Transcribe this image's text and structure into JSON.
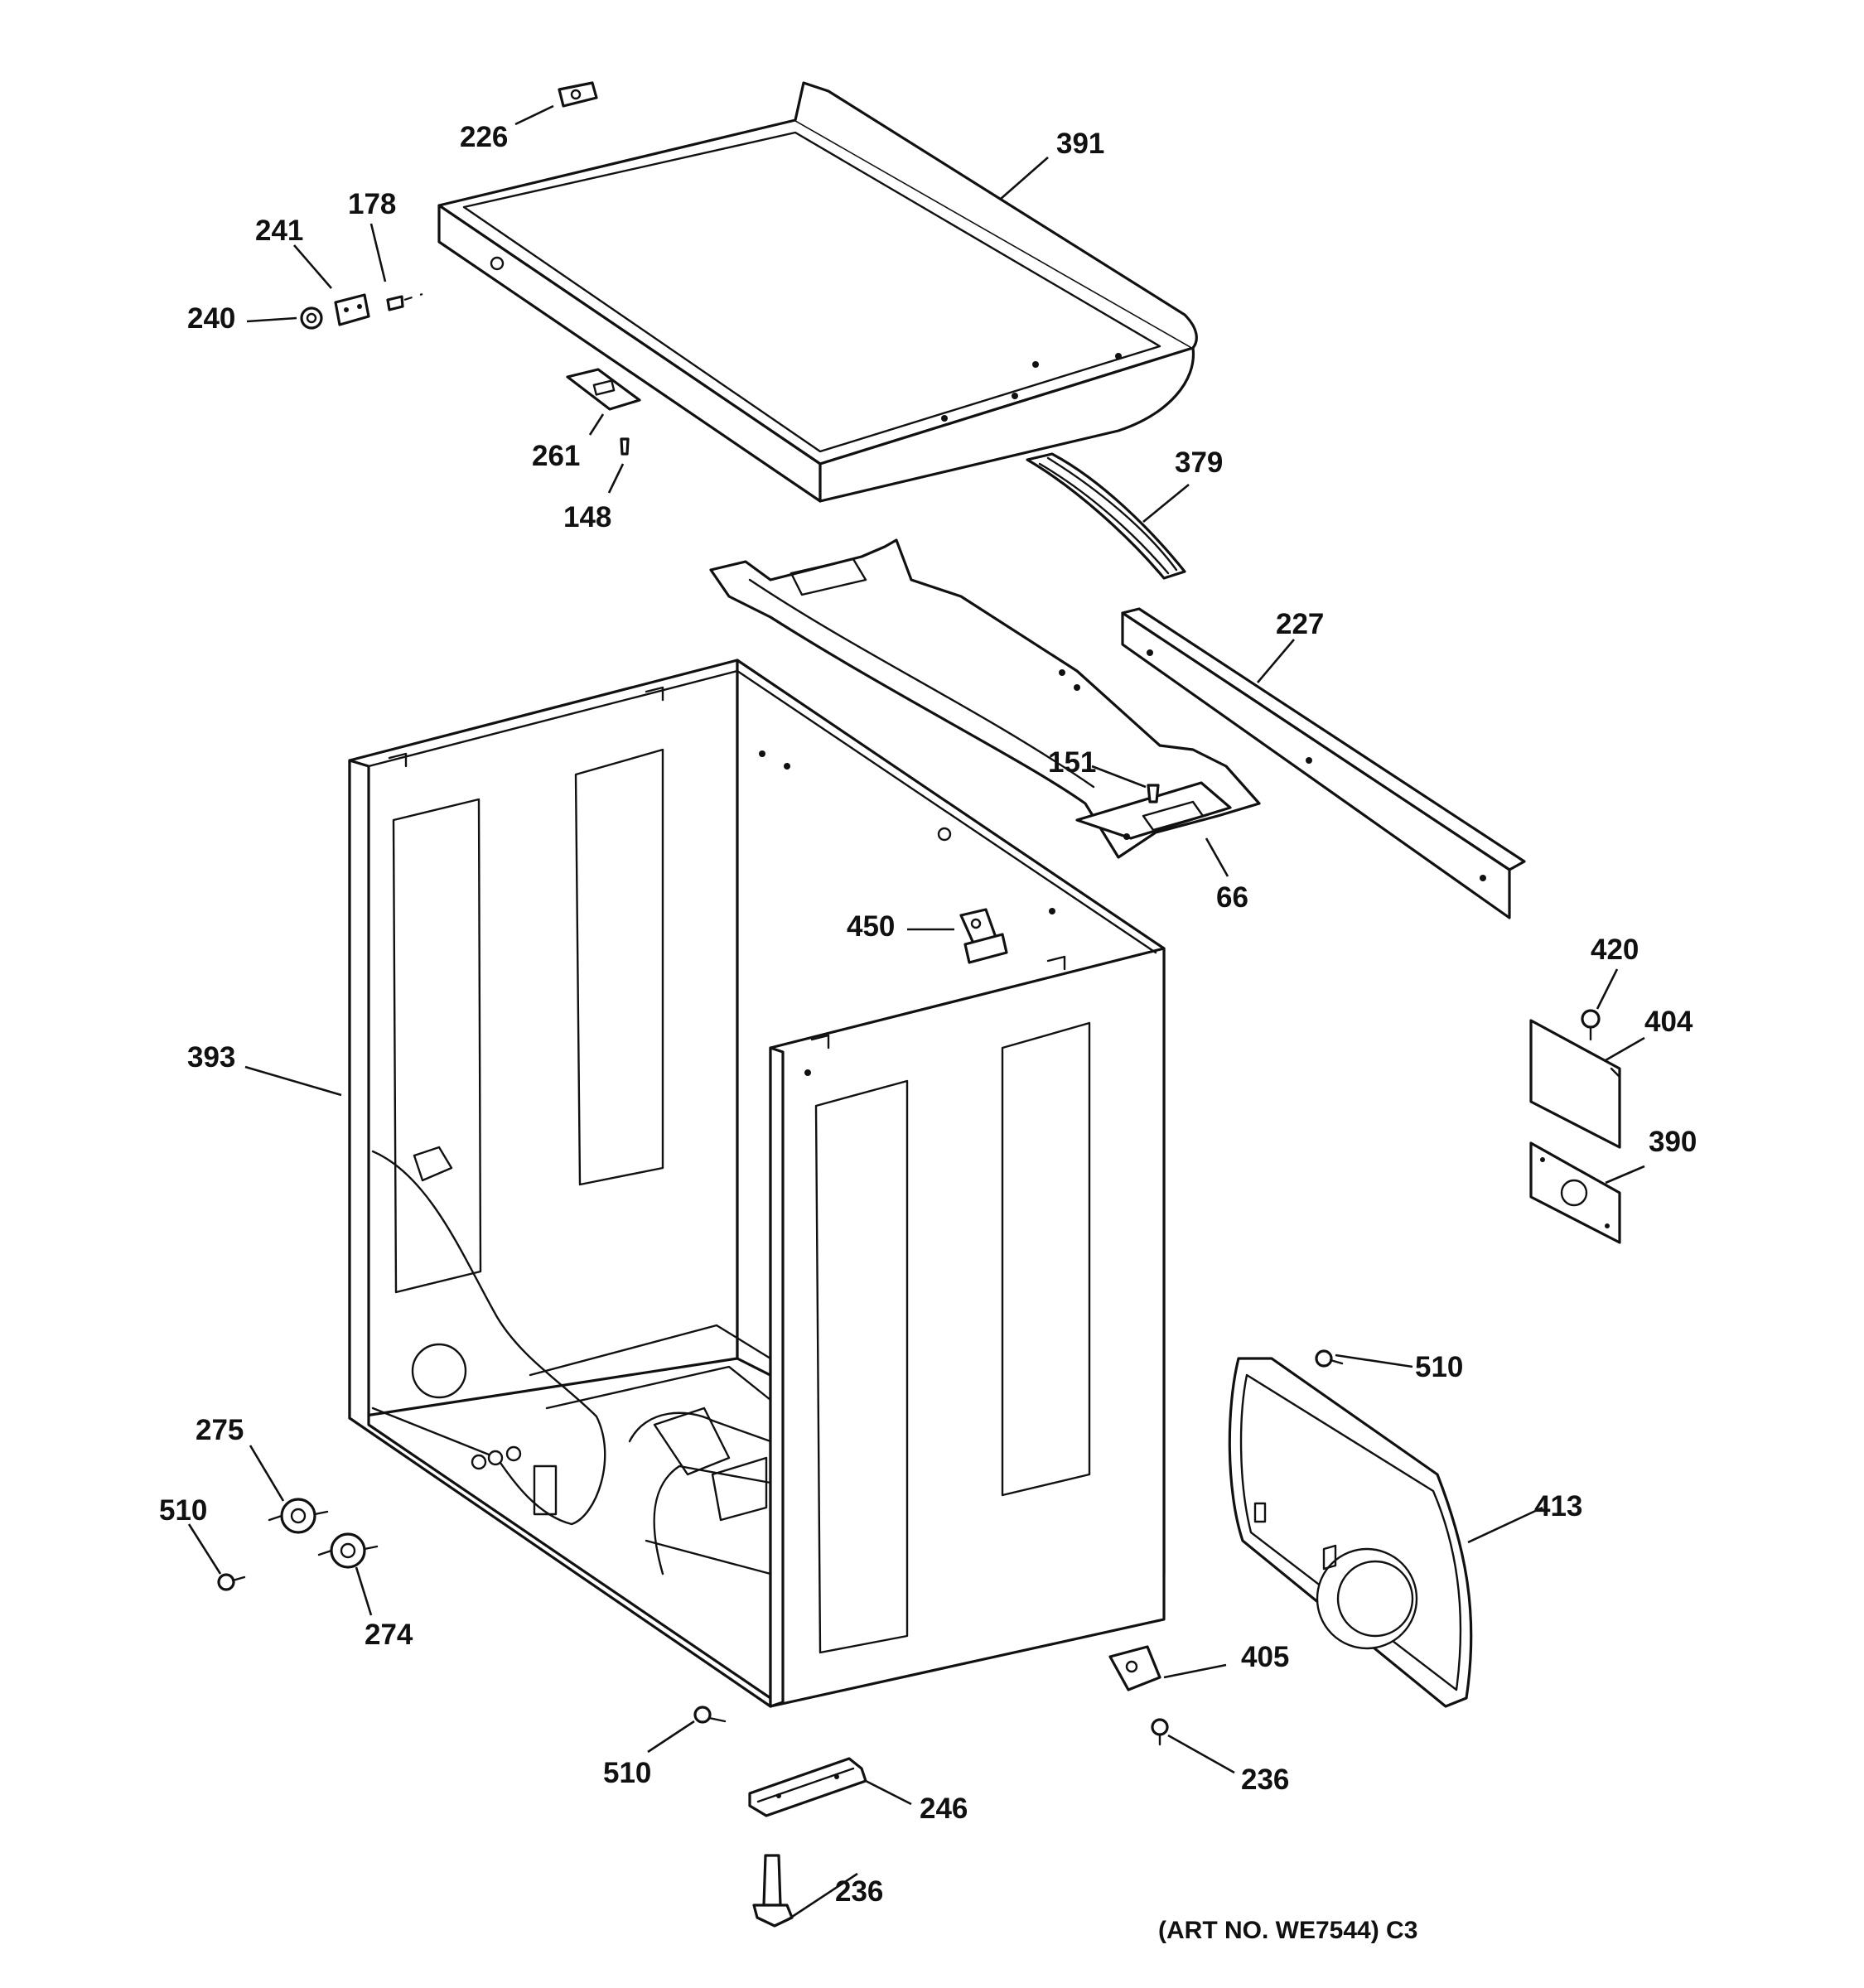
{
  "callouts": {
    "c226": "226",
    "c391": "391",
    "c178": "178",
    "c241": "241",
    "c240": "240",
    "c261": "261",
    "c148": "148",
    "c379": "379",
    "c227": "227",
    "c151": "151",
    "c66": "66",
    "c450": "450",
    "c420": "420",
    "c404": "404",
    "c393": "393",
    "c390": "390",
    "c510a": "510",
    "c413": "413",
    "c275": "275",
    "c510b": "510",
    "c274": "274",
    "c405": "405",
    "c510c": "510",
    "c246": "246",
    "c236a": "236",
    "c236b": "236"
  },
  "art_number": "(ART NO. WE7544) C3"
}
